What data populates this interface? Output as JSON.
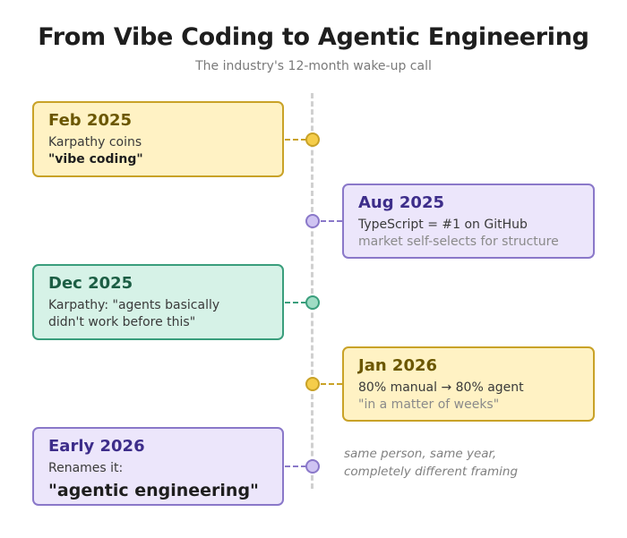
{
  "title": "From Vibe Coding to Agentic Engineering",
  "subtitle": "The industry's 12-month wake-up call",
  "events": [
    {
      "date": "Feb 2025",
      "line1": "Karpathy coins",
      "line2": "\"vibe coding\""
    },
    {
      "date": "Aug 2025",
      "line1": "TypeScript = #1 on GitHub",
      "line2": "market self-selects for structure"
    },
    {
      "date": "Dec 2025",
      "line1": "Karpathy: \"agents basically",
      "line2": "didn't work before this\""
    },
    {
      "date": "Jan 2026",
      "line1": "80% manual → 80% agent",
      "line2": "\"in a matter of weeks\""
    },
    {
      "date": "Early 2026",
      "line1": "Renames it:",
      "line2": "\"agentic engineering\""
    }
  ],
  "note": {
    "line1": "same person, same year,",
    "line2": "completely different framing"
  },
  "colors": {
    "yellow": "#fff2c4",
    "purple": "#ece6fb",
    "green": "#d6f2e7"
  }
}
